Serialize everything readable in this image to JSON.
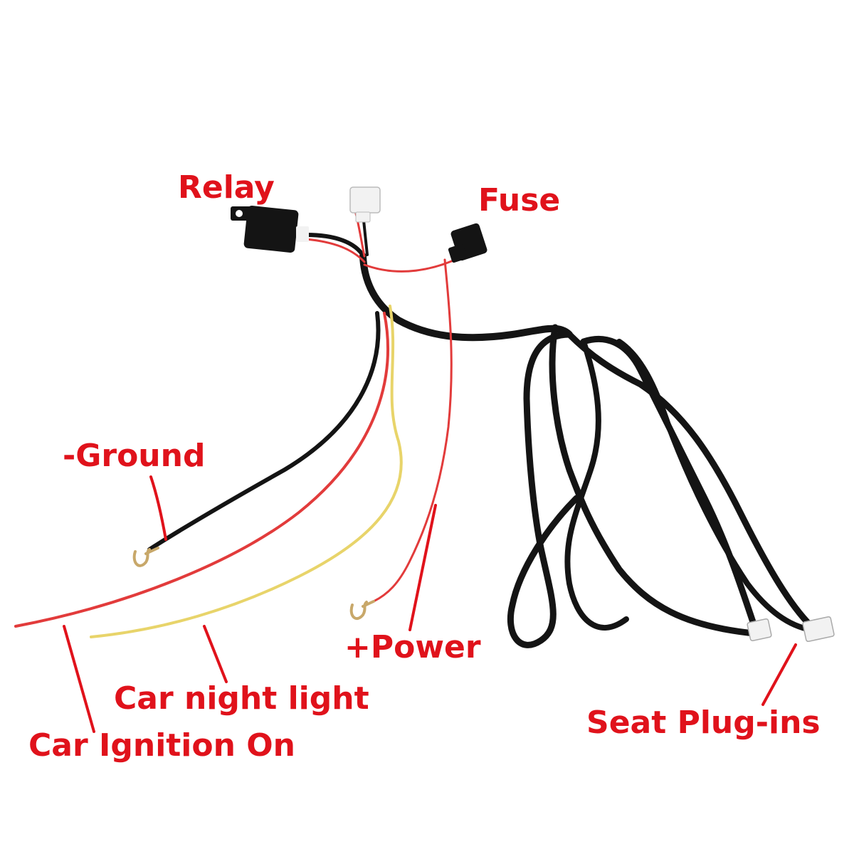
{
  "labels": {
    "relay": "Relay",
    "fuse": "Fuse",
    "ground": "-Ground",
    "power": "+Power",
    "night_light": "Car night light",
    "ignition": "Car Ignition On",
    "seat_plugins": "Seat Plug-ins"
  },
  "colors": {
    "label": "#e0121b",
    "black_wire": "#141414",
    "red_wire": "#e23b3b",
    "yellow_wire": "#e8d46a",
    "connector": "#f2f2f2",
    "terminal": "#c8a86a"
  }
}
